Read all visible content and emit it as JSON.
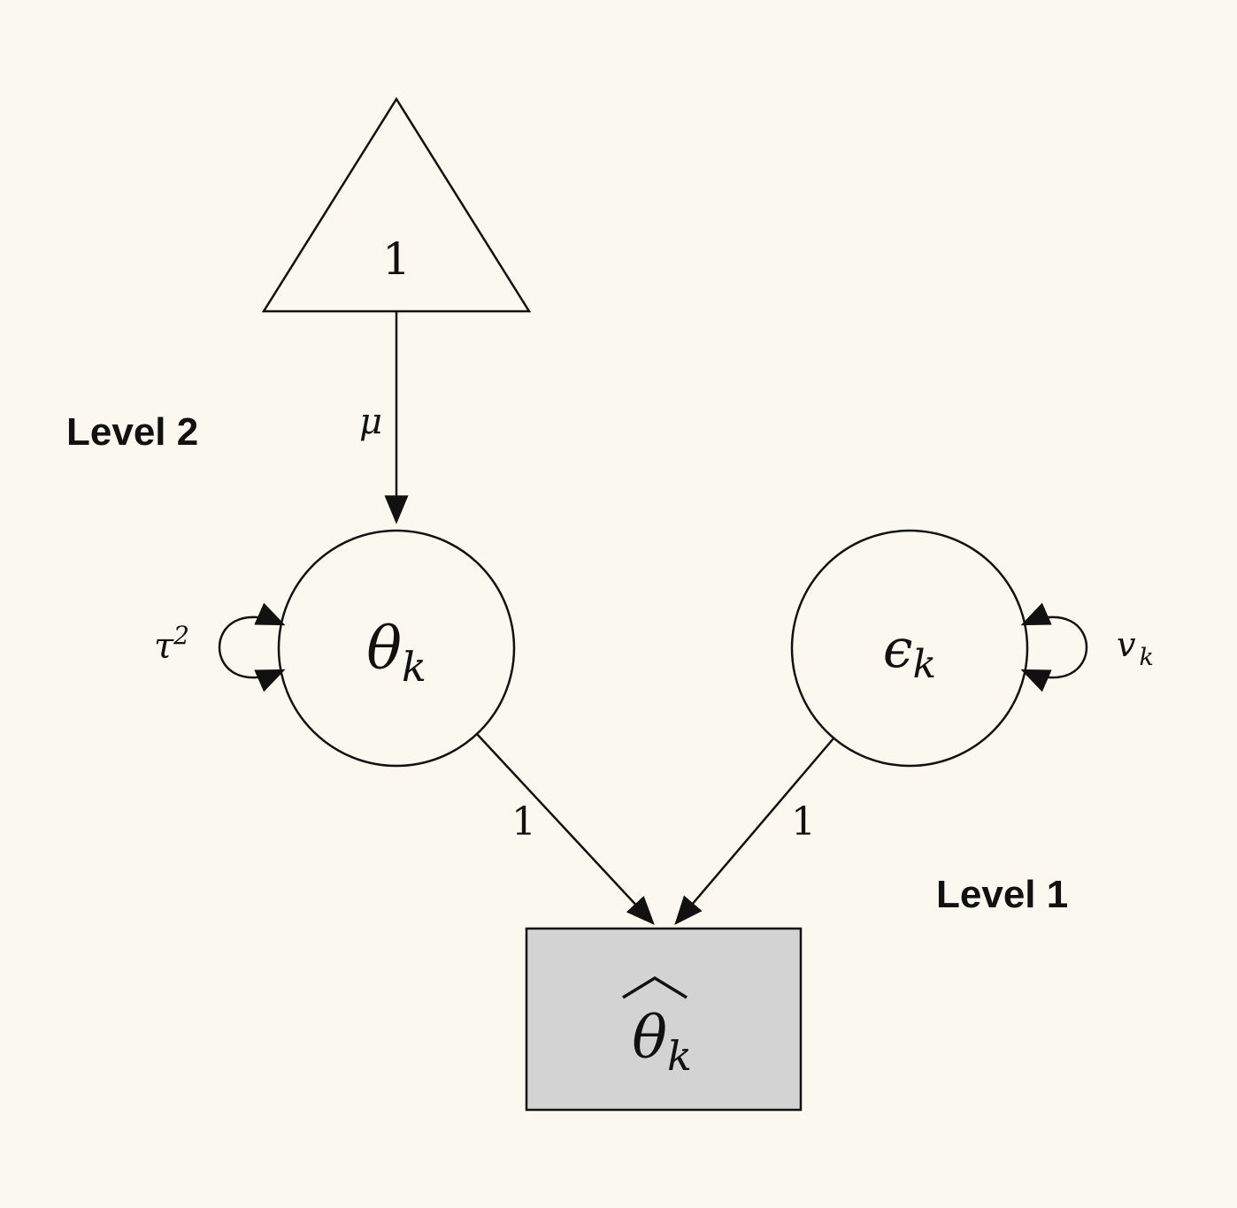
{
  "colors": {
    "background": "#fbf8ef",
    "observed_fill": "#d3d3d3",
    "line": "#111111"
  },
  "labels": {
    "level2": "Level 2",
    "level1": "Level 1"
  },
  "nodes": {
    "constant": {
      "shape": "triangle",
      "label": "1"
    },
    "theta": {
      "shape": "circle",
      "base": "θ",
      "sub": "k"
    },
    "epsilon": {
      "shape": "circle",
      "base": "ϵ",
      "sub": "k"
    },
    "theta_hat": {
      "shape": "rectangle",
      "base": "θ",
      "sub": "k",
      "accent": "hat"
    }
  },
  "edges": {
    "mu": {
      "label": "μ"
    },
    "tau_variance": {
      "base": "τ",
      "sup": "2"
    },
    "v_variance": {
      "base": "v",
      "sub": "k"
    },
    "theta_loading": {
      "label": "1"
    },
    "epsilon_loading": {
      "label": "1"
    }
  }
}
